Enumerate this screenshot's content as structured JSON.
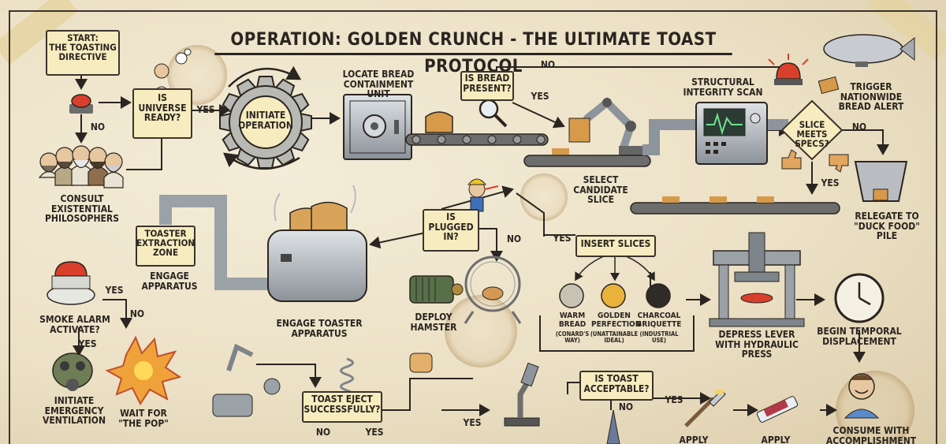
{
  "title": "OPERATION: GOLDEN CRUNCH - THE ULTIMATE TOAST PROTOCOL",
  "nodes": {
    "start": "START:\nTHE TOASTING\nDIRECTIVE",
    "universe_ready": "IS\nUNIVERSE\nREADY?",
    "consult": "CONSULT\nEXISTENTIAL\nPHILOSOPHERS",
    "initiate": "INITIATE\nOPERATION",
    "locate": "LOCATE BREAD\nCONTAINMENT UNIT",
    "bread_present": "IS BREAD\nPRESENT?",
    "structural": "STRUCTURAL\nINTEGRITY SCAN",
    "select_slice": "SELECT\nCANDIDATE\nSLICE",
    "slice_specs": "SLICE\nMEETS\nSPECS?",
    "trigger_alert": "TRIGGER\nNATIONWIDE\nBREAD ALERT",
    "relegate": "RELEGATE TO\n\"DUCK FOOD\"\nPILE",
    "extraction": "TOASTER\nEXTRACTION\nZONE",
    "engage_apparatus": "ENGAGE\nAPPARATUS",
    "engage_toaster": "ENGAGE TOASTER\nAPPARATUS",
    "plugged": "IS\nPLUGGED\nIN?",
    "deploy_hamster": "DEPLOY\nHAMSTER",
    "insert_slices": "INSERT SLICES",
    "warm": "WARM\nBREAD",
    "warm_sub": "(CONARD'S\nWAY)",
    "golden": "GOLDEN\nPERFECTION",
    "golden_sub": "(UNATTAINABLE\nIDEAL)",
    "charcoal": "CHARCOAL\nBRIQUETTE",
    "charcoal_sub": "(INDUSTRIAL\nUSE)",
    "depress": "DEPRESS LEVER\nWITH HYDRAULIC\nPRESS",
    "temporal": "BEGIN TEMPORAL\nDISPLACEMENT",
    "smoke": "SMOKE ALARM\nACTIVATE?",
    "emergency": "INITIATE\nEMERGENCY\nVENTILATION",
    "wait_pop": "WAIT FOR\n\"THE POP\"",
    "eject": "TOAST EJECT\nSUCCESSFULLY?",
    "acceptable": "IS TOAST\nACCEPTABLE?",
    "apply1": "APPLY",
    "apply2": "APPLY",
    "consume": "CONSUME WITH\nACCOMPLISHMENT"
  },
  "labels": {
    "yes": "YES",
    "no": "NO"
  },
  "colors": {
    "paper": "#ece1c6",
    "box_fill": "#f6ecbf",
    "ink": "#2a2520",
    "alert_red": "#d8402c",
    "golden": "#e9b23a",
    "charcoal": "#2f2b28"
  },
  "icons": [
    "red-button-icon",
    "philosophers-icon",
    "gear-icon",
    "safe-icon",
    "bread-loaf-icon",
    "magnifier-icon",
    "robot-arm-icon",
    "conveyor-belt-icon",
    "scanner-machine-icon",
    "thumbs-up-icon",
    "thumbs-down-icon",
    "siren-icon",
    "blimp-icon",
    "duck-food-bin-icon",
    "pipe-icon",
    "toaster-icon",
    "worker-icon",
    "hamster-wheel-icon",
    "generator-icon",
    "dial-icon",
    "hydraulic-press-icon",
    "clock-icon",
    "smoke-alarm-icon",
    "gas-mask-icon",
    "explosion-icon",
    "spring-icon",
    "microscope-icon",
    "butter-knife-icon",
    "syringe-icon",
    "happy-man-icon",
    "rocket-icon"
  ]
}
